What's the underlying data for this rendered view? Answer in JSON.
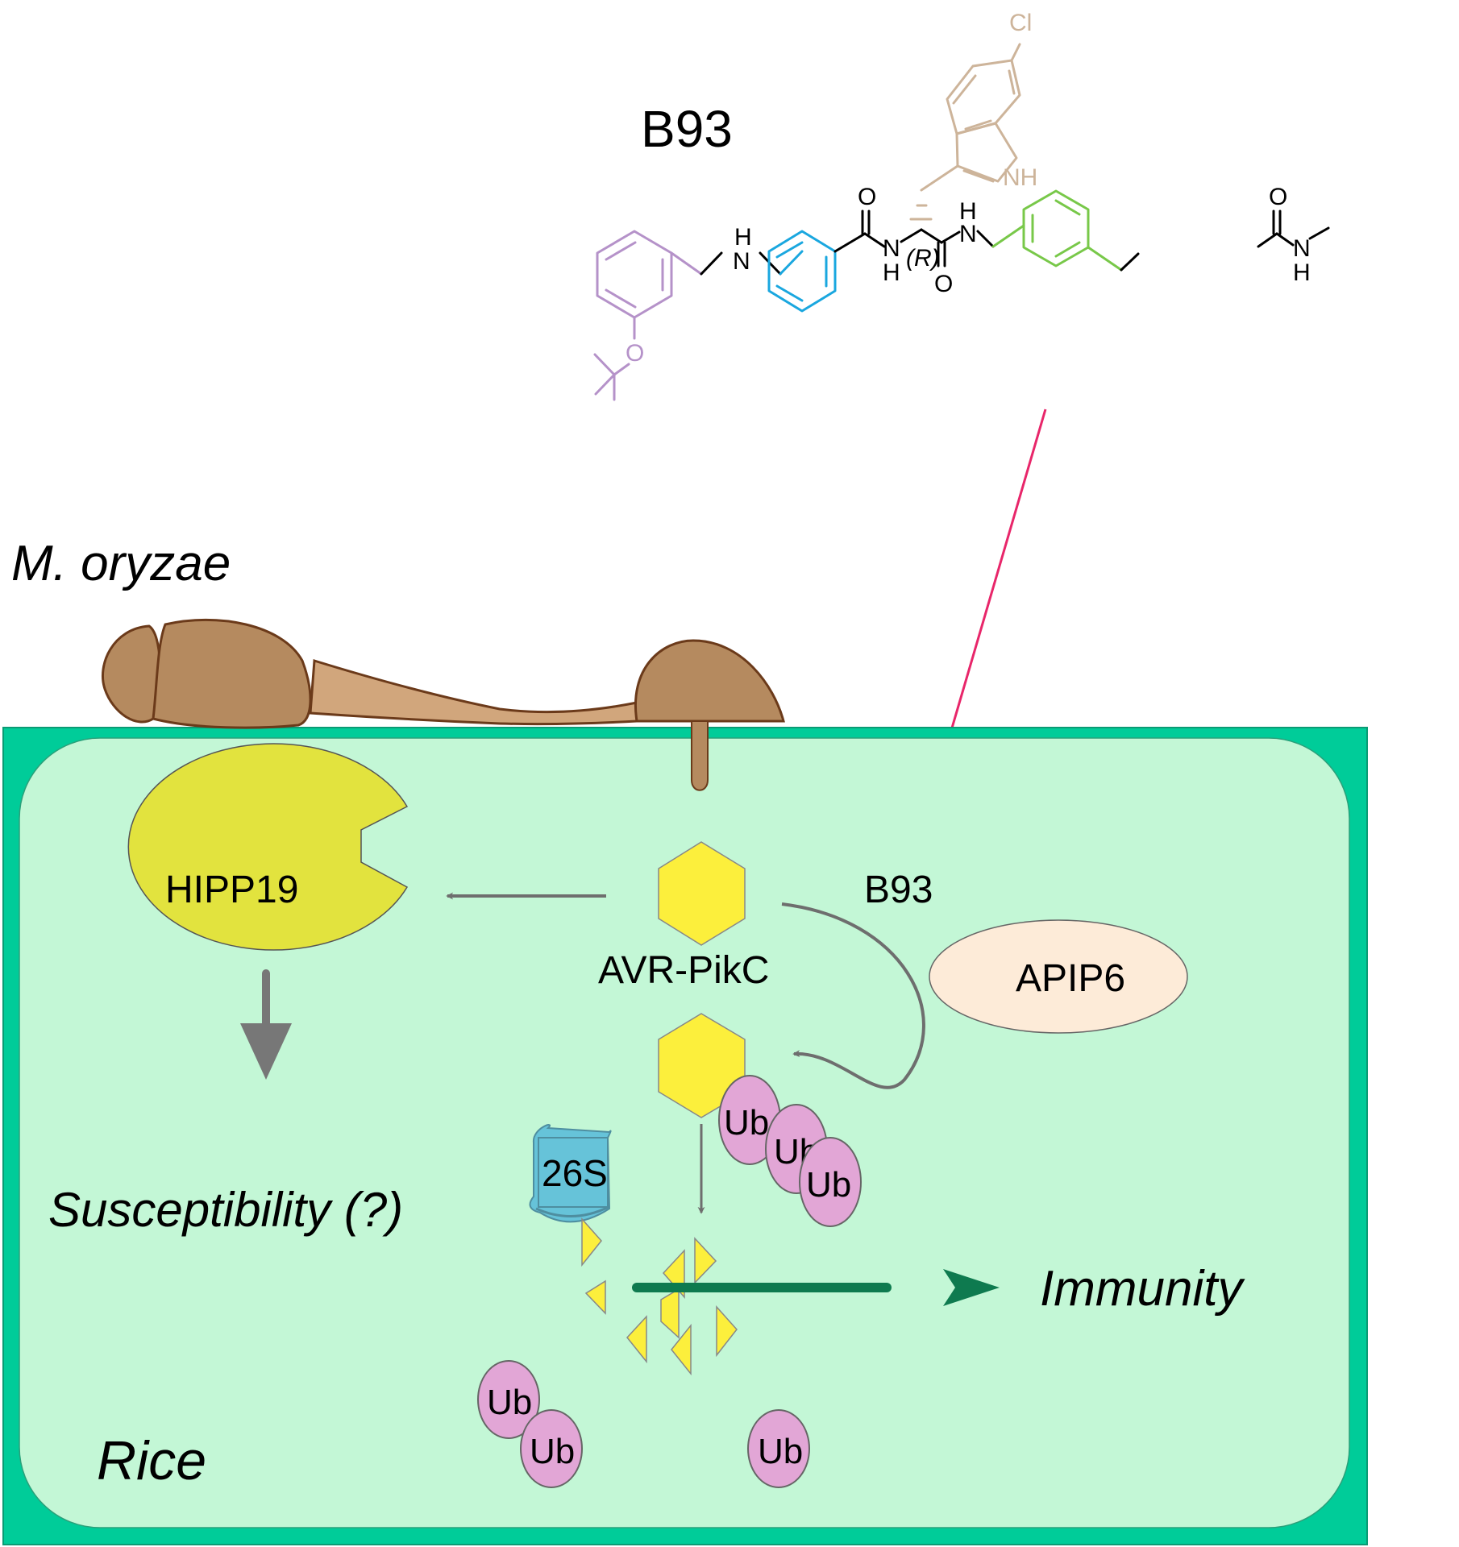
{
  "figure": {
    "compound_title": "B93",
    "pathogen_label": "M. oryzae",
    "host_label": "Rice",
    "colors": {
      "cell_wall": "#00CC99",
      "cytoplasm": "#C3F7D6",
      "fungus": "#B58A5F",
      "fungus_stroke": "#6B3A1A",
      "germ_tube": "#D1A67C",
      "hipp19": "#E2E33E",
      "avr_pikc": "#FCEF3C",
      "apip6": "#FDEBD8",
      "ubiquitin": "#E2A6D6",
      "proteasome": "#66C3D9",
      "pink_arrow": "#E8266A",
      "gray_arrow": "#6E6E6E",
      "immunity_arrow": "#0E7A4F",
      "mol_purple": "#B592C9",
      "mol_blue": "#1AA7DF",
      "mol_tan": "#CDB49A",
      "mol_green": "#78C849"
    },
    "molecule": {
      "atoms": {
        "chlorine": "Cl",
        "indole_nh": "NH",
        "amine_n": "N",
        "amine_h": "H",
        "amide1_o": "O",
        "amide1_n": "N",
        "amide1_h": "H",
        "stereo": "(R)",
        "amide2_o": "O",
        "amide2_n": "N",
        "amide2_h": "H",
        "amide3_o": "O",
        "amide3_n": "N",
        "amide3_h": "H",
        "ether_o": "O"
      }
    },
    "nodes": {
      "hipp19": "HIPP19",
      "avr_pikc": "AVR-PikC",
      "b93_label": "B93",
      "apip6": "APIP6",
      "proteasome": "26S",
      "ub": "Ub"
    },
    "outcomes": {
      "susceptibility": "Susceptibility (?)",
      "immunity": "Immunity"
    }
  }
}
